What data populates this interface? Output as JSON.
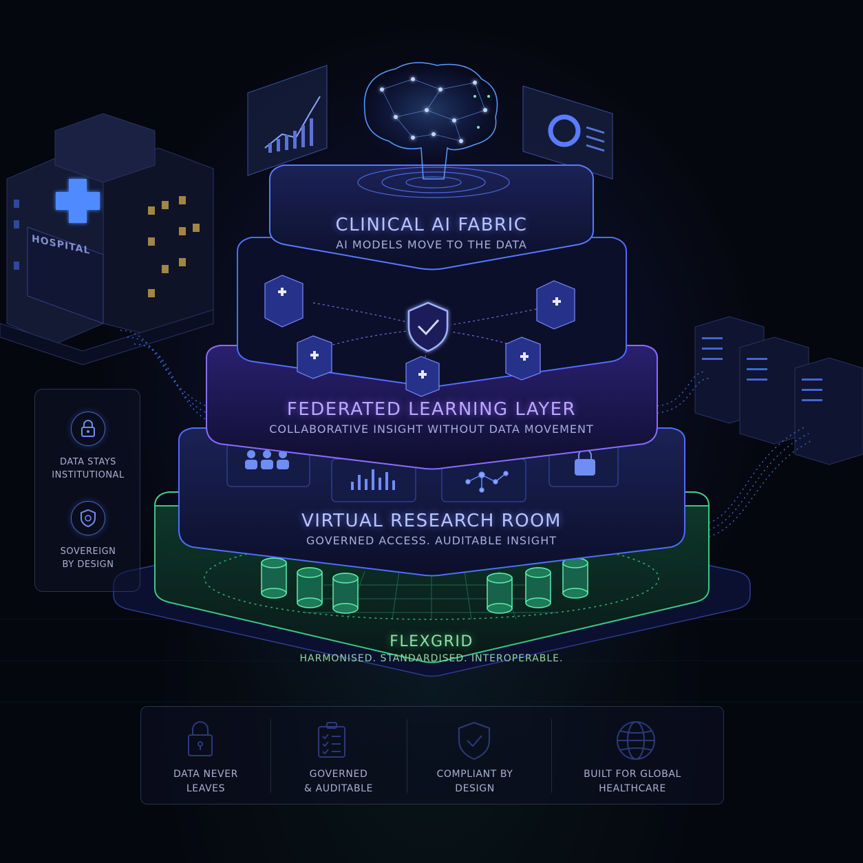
{
  "layers": {
    "ai_fabric": {
      "title": "CLINICAL AI FABRIC",
      "subtitle": "AI MODELS MOVE TO THE DATA"
    },
    "federated": {
      "title": "FEDERATED LEARNING LAYER",
      "subtitle": "COLLABORATIVE INSIGHT WITHOUT DATA MOVEMENT"
    },
    "research_room": {
      "title": "VIRTUAL RESEARCH ROOM",
      "subtitle": "GOVERNED ACCESS. AUDITABLE INSIGHT"
    },
    "flexgrid": {
      "title": "FLEXGRID",
      "subtitle": "HARMONISED. STANDARDISED. INTEROPERABLE."
    }
  },
  "hospital": {
    "sign": "HOSPITAL"
  },
  "side_card": {
    "items": [
      {
        "label": "DATA STAYS\nINSTITUTIONAL",
        "icon": "lock-icon"
      },
      {
        "label": "SOVEREIGN\nBY DESIGN",
        "icon": "shield-icon"
      }
    ]
  },
  "footer": {
    "items": [
      {
        "label": "DATA NEVER\nLEAVES",
        "icon": "lock-icon"
      },
      {
        "label": "GOVERNED\n& AUDITABLE",
        "icon": "clipboard-checklist-icon"
      },
      {
        "label": "COMPLIANT BY\nDESIGN",
        "icon": "shield-check-icon"
      },
      {
        "label": "BUILT FOR GLOBAL\nHEALTHCARE",
        "icon": "globe-icon"
      }
    ]
  },
  "colors": {
    "blue_accent": "#4f6dff",
    "violet_accent": "#8a6cff",
    "green_accent": "#3fd28a",
    "background": "#05070f"
  }
}
